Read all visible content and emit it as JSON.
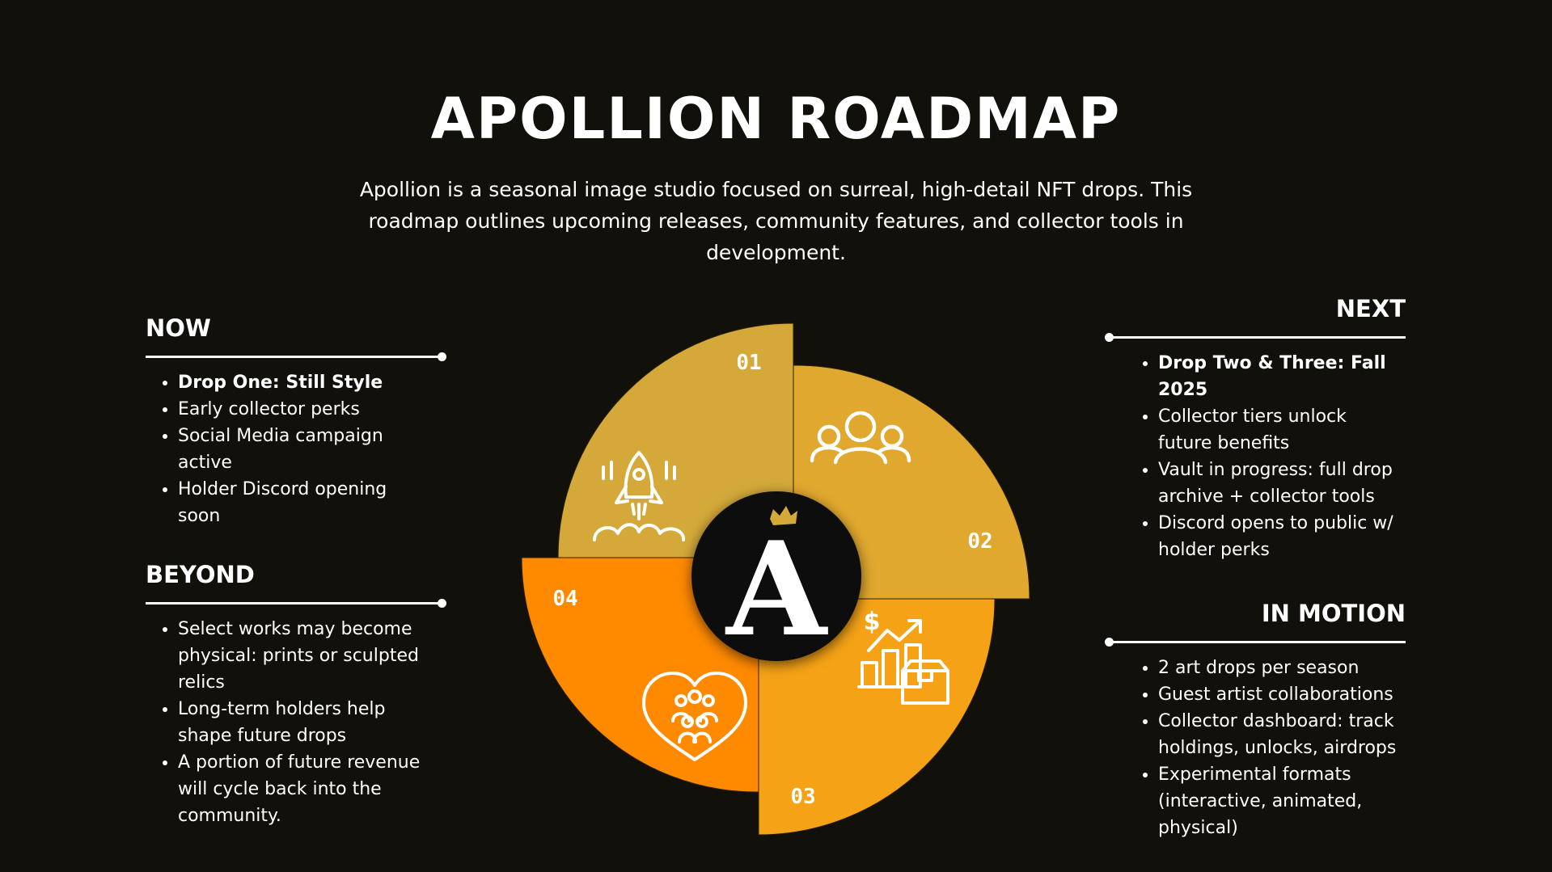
{
  "title": "APOLLION ROADMAP",
  "intro": "Apollion is a seasonal image studio focused on surreal, high-detail NFT drops. This roadmap outlines upcoming releases, community features, and collector tools in development.",
  "sections": {
    "now": {
      "heading": "NOW",
      "items": [
        "Drop One: Still Style",
        "Early collector perks",
        "Social Media campaign active",
        "Holder Discord opening soon"
      ]
    },
    "beyond": {
      "heading": "BEYOND",
      "items": [
        "Select works may become physical: prints or sculpted relics",
        "Long-term holders help shape future drops",
        "A portion of future revenue will cycle back into the community."
      ]
    },
    "next": {
      "heading": "NEXT",
      "items": [
        "Drop Two & Three: Fall 2025",
        "Collector tiers unlock future benefits",
        "Vault in progress: full drop archive + collector tools",
        "Discord opens to public w/ holder perks"
      ]
    },
    "in_motion": {
      "heading": "IN MOTION",
      "items": [
        "2 art drops per season",
        "Guest artist collaborations",
        "Collector dashboard: track holdings, unlocks, airdrops",
        "Experimental formats (interactive, animated, physical)"
      ]
    }
  },
  "wheel": {
    "center_letter": "A",
    "segments": [
      {
        "number": "01",
        "icon": "rocket-icon",
        "color": "#d4a93a"
      },
      {
        "number": "02",
        "icon": "people-group-icon",
        "color": "#e0a82e"
      },
      {
        "number": "03",
        "icon": "growth-boxes-icon",
        "color": "#f5a216"
      },
      {
        "number": "04",
        "icon": "heart-community-icon",
        "color": "#ff8a00"
      }
    ],
    "colors": {
      "hub": "#0e0d08",
      "crown": "#d4a93a",
      "icon": "#ffffff"
    }
  }
}
